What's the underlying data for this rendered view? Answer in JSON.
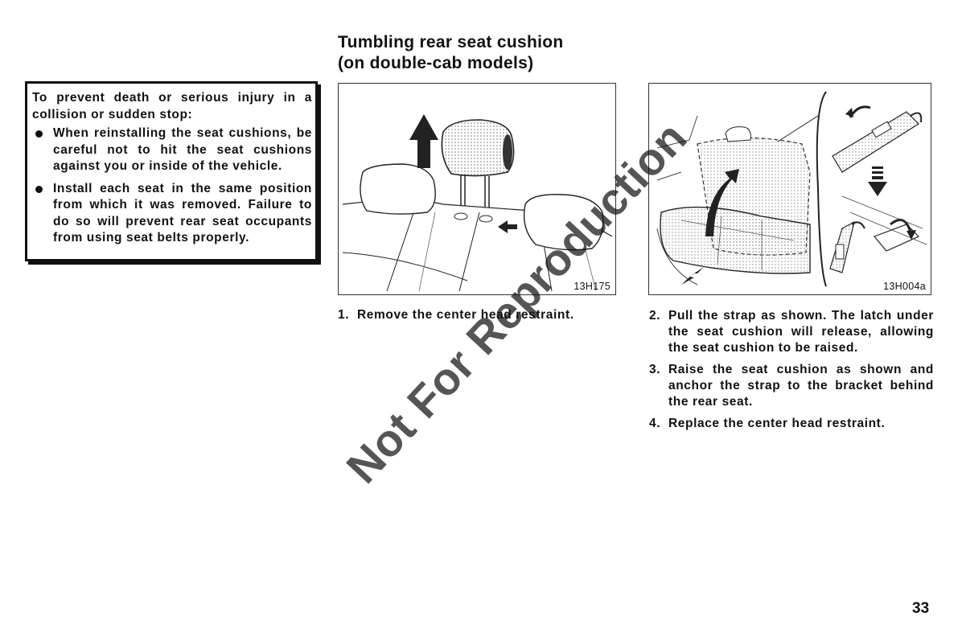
{
  "title": {
    "line1": "Tumbling rear seat cushion",
    "line2": "(on double-cab models)"
  },
  "warning": {
    "intro": "To prevent death or serious injury in a collision or sudden stop:",
    "bullets": [
      "When reinstalling the seat cushions, be careful not to hit the seat cushions against you or inside of the vehicle.",
      "Install each seat in the same position from which it was removed. Failure to do so will prevent rear seat occupants from using seat belts properly."
    ]
  },
  "figures": [
    {
      "code": "13H175",
      "icon": "headrest-removal-illustration"
    },
    {
      "code": "13H004a",
      "icon": "seat-cushion-tumble-illustration"
    }
  ],
  "steps": [
    {
      "num": "1.",
      "text": "Remove the center head restraint."
    },
    {
      "num": "2.",
      "text": "Pull the strap as shown. The latch under the seat cushion will release, allowing the seat cushion to be raised."
    },
    {
      "num": "3.",
      "text": "Raise the seat cushion as shown and anchor the strap to the bracket behind the rear seat."
    },
    {
      "num": "4.",
      "text": "Replace the center head restraint."
    }
  ],
  "watermark": "Not For Reproduction",
  "page_number": "33"
}
